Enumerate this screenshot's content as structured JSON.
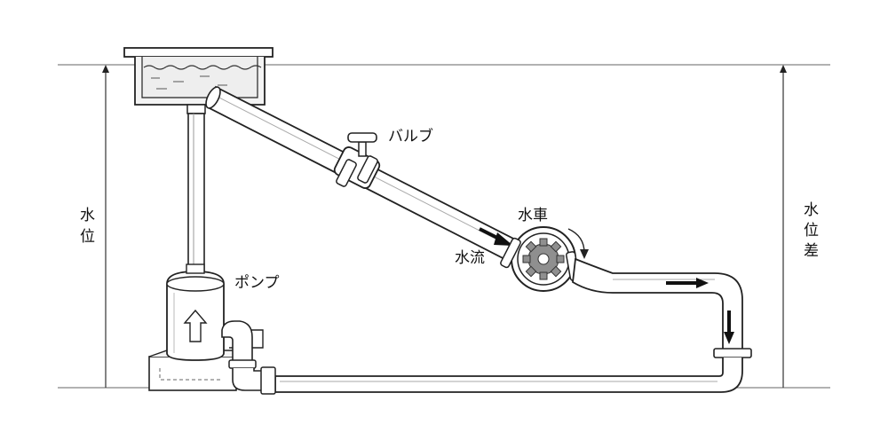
{
  "labels": {
    "valve": "バルブ",
    "waterwheel": "水車",
    "water_flow": "水流",
    "pump": "ポンプ",
    "water_level": [
      "水",
      "位"
    ],
    "head_difference": [
      "水",
      "位",
      "差"
    ]
  },
  "colors": {
    "line": "#222222",
    "pipe_fill": "#ffffff",
    "water": "#f1f1f1",
    "gear": "#8f8f8f",
    "reference_line": "#555555"
  }
}
